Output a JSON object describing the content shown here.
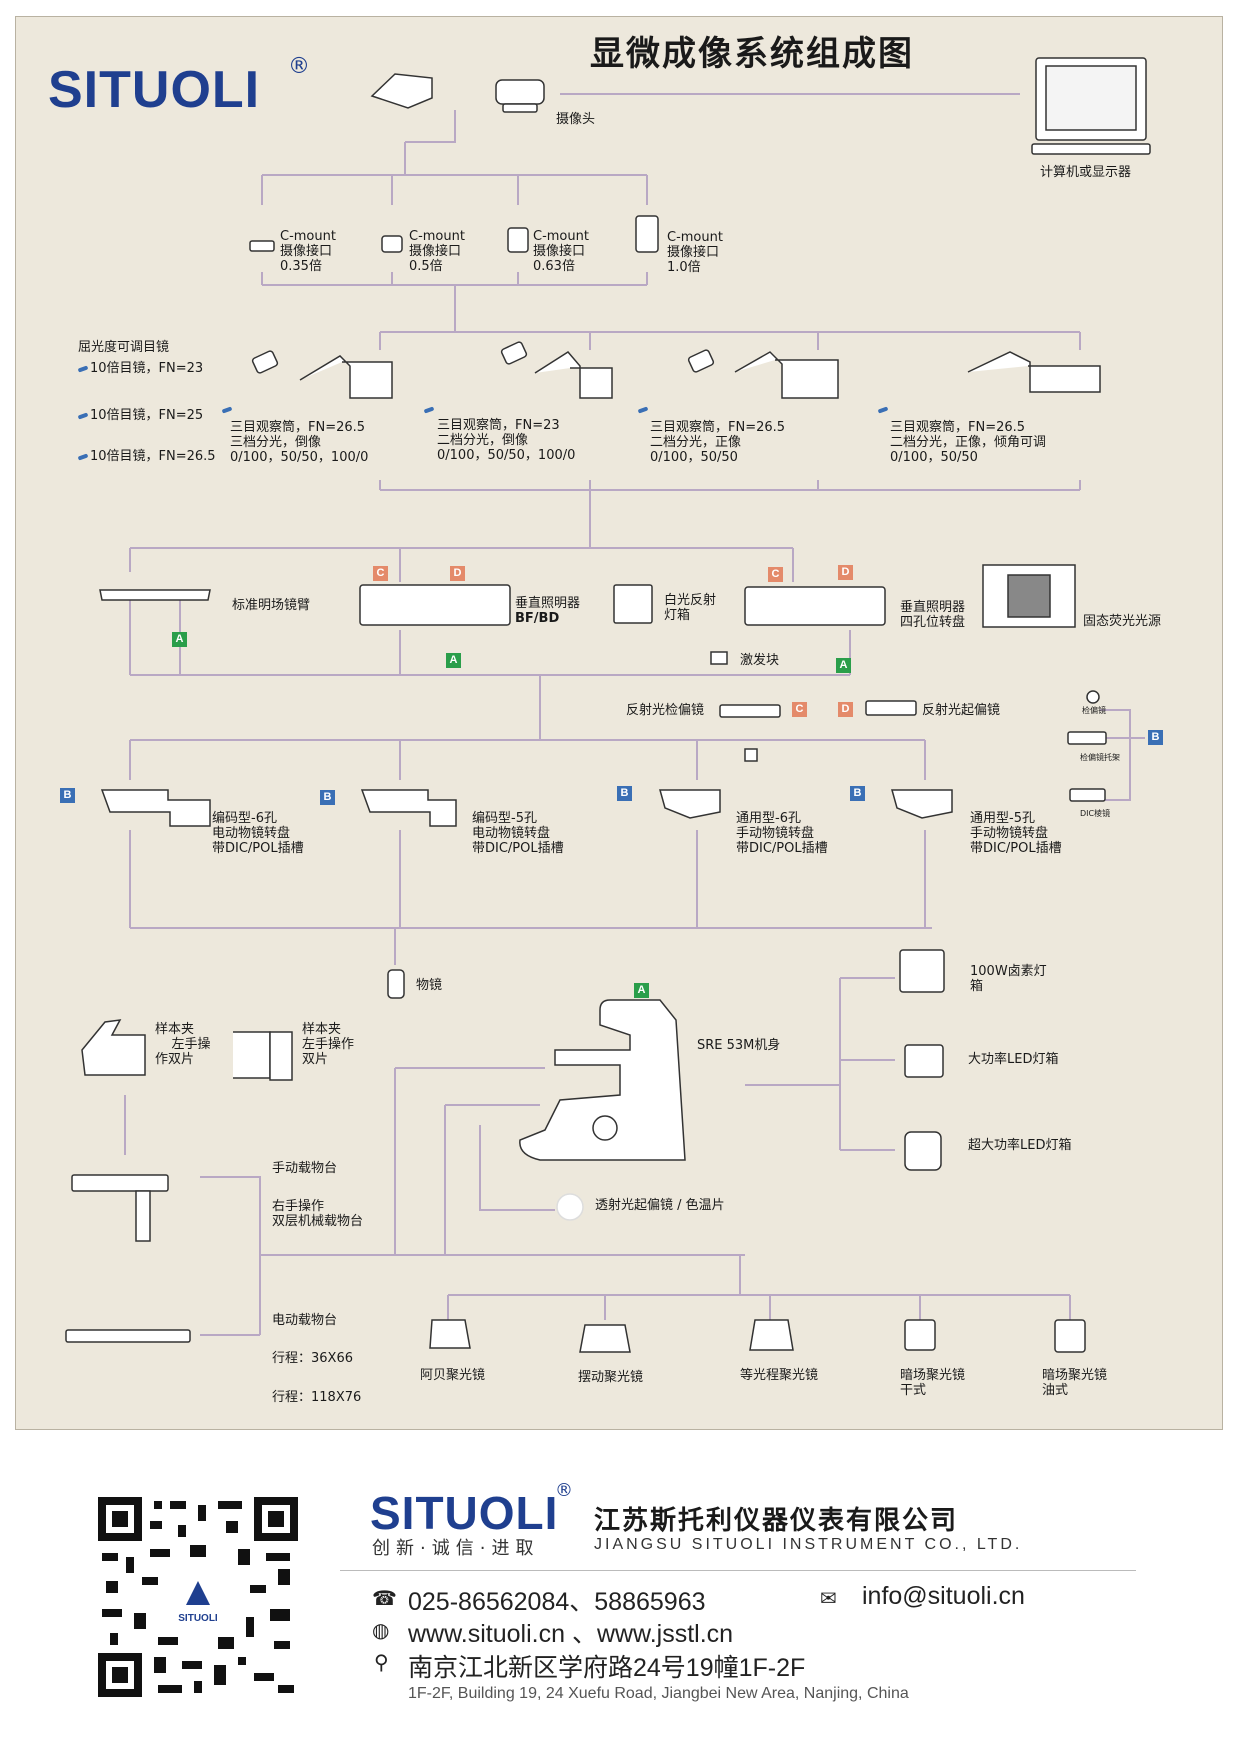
{
  "title": "显微成像系统组成图",
  "brand": {
    "logo": "SITUOLI",
    "reg": "®"
  },
  "top": {
    "camera_label": "摄像头",
    "computer_label": "计算机或显示器",
    "mounts": [
      {
        "l1": "C-mount",
        "l2": "摄像接口",
        "l3": "0.35倍"
      },
      {
        "l1": "C-mount",
        "l2": "摄像接口",
        "l3": "0.5倍"
      },
      {
        "l1": "C-mount",
        "l2": "摄像接口",
        "l3": "0.63倍"
      },
      {
        "l1": "C-mount",
        "l2": "摄像接口",
        "l3": "1.0倍"
      }
    ]
  },
  "eyepieces": {
    "heading": "屈光度可调目镜",
    "items": [
      "10倍目镜，FN=23",
      "10倍目镜，FN=25",
      "10倍目镜，FN=26.5"
    ]
  },
  "tubes": [
    {
      "l1": "三目观察筒，FN=26.5",
      "l2": "三档分光，倒像",
      "l3": "0/100，50/50，100/0"
    },
    {
      "l1": "三目观察筒，FN=23",
      "l2": "二档分光，倒像",
      "l3": "0/100，50/50，100/0"
    },
    {
      "l1": "三目观察筒，FN=26.5",
      "l2": "二档分光，正像",
      "l3": "0/100，50/50"
    },
    {
      "l1": "三目观察筒，FN=26.5",
      "l2": "二档分光，正像，倾角可调",
      "l3": "0/100，50/50"
    }
  ],
  "illum": {
    "arm": "标准明场镜臂",
    "bfbd_l1": "垂直照明器",
    "bfbd_l2": "BF/BD",
    "whitebox_l1": "白光反射",
    "whitebox_l2": "灯箱",
    "quad_l1": "垂直照明器",
    "quad_l2": "四孔位转盘",
    "led": "固态荧光光源",
    "exciter": "激发块",
    "analyzer": "反射光检偏镜",
    "polarizer": "反射光起偏镜",
    "dic_top": "检偏镜",
    "dic_mid": "检偏镜托架",
    "dic_bot": "DIC棱镜"
  },
  "badges": {
    "A": "A",
    "B": "B",
    "C": "C",
    "D": "D"
  },
  "nosepieces": [
    {
      "l1": "编码型-6孔",
      "l2": "电动物镜转盘",
      "l3": "带DIC/POL插槽"
    },
    {
      "l1": "编码型-5孔",
      "l2": "电动物镜转盘",
      "l3": "带DIC/POL插槽"
    },
    {
      "l1": "通用型-6孔",
      "l2": "手动物镜转盘",
      "l3": "带DIC/POL插槽"
    },
    {
      "l1": "通用型-5孔",
      "l2": "手动物镜转盘",
      "l3": "带DIC/POL插槽"
    }
  ],
  "objective": "物镜",
  "body": "SRE 53M机身",
  "lamps": [
    "100W卤素灯\n箱",
    "大功率LED灯箱",
    "超大功率LED灯箱"
  ],
  "trans_pol": "透射光起偏镜 / 色温片",
  "holders": [
    {
      "l1": "样本夹",
      "l2": "    左手操",
      "l3": "作双片"
    },
    {
      "l1": "样本夹",
      "l2": "左手操作",
      "l3": "双片"
    }
  ],
  "stages": {
    "manual": "手动载物台",
    "right1": "右手操作",
    "right2": "双层机械载物台",
    "motor": "电动载物台",
    "travel1": "行程：36X66",
    "travel2": "行程：118X76"
  },
  "condensers": [
    {
      "l1": "阿贝聚光镜",
      "l2": ""
    },
    {
      "l1": "摆动聚光镜",
      "l2": ""
    },
    {
      "l1": "等光程聚光镜",
      "l2": ""
    },
    {
      "l1": "暗场聚光镜",
      "l2": "干式"
    },
    {
      "l1": "暗场聚光镜",
      "l2": "油式"
    }
  ],
  "footer": {
    "logo": "SITUOLI",
    "reg": "®",
    "slogan": "创新·诚信·进取",
    "company": "江苏斯托利仪器仪表有限公司",
    "company_en": "JIANGSU SITUOLI INSTRUMENT CO., LTD.",
    "phone": "025-86562084、58865963",
    "email": "info@situoli.cn",
    "web": "www.situoli.cn 、www.jsstl.cn",
    "address": "南京江北新区学府路24号19幢1F-2F",
    "address_en": "1F-2F, Building 19, 24 Xuefu Road, Jiangbei New Area, Nanjing, China",
    "qr_logo": "SITUOLI"
  },
  "colors": {
    "line": "#b9a8c4",
    "brand": "#1f3f8f",
    "panel": "#ede8dc"
  }
}
